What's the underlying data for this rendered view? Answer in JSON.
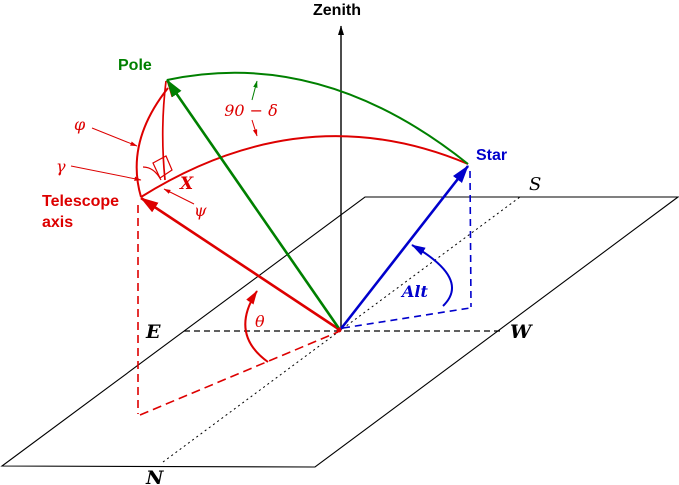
{
  "diagram": {
    "description": "Telescope pointing geometry: zenith, celestial pole, star and telescope axis vectors above the horizon plane",
    "labels": {
      "zenith": "Zenith",
      "pole": "Pole",
      "star": "Star",
      "telescope_line1": "Telescope",
      "telescope_line2": "axis",
      "pole_star_arc": "90 − δ",
      "phi": "φ",
      "gamma": "γ",
      "psi": "ψ",
      "theta": "θ",
      "x_point": "X",
      "alt": "Alt",
      "north": "N",
      "south": "S",
      "east": "E",
      "west": "W"
    }
  },
  "colors": {
    "black": "#000000",
    "red": "#dd0000",
    "green": "#008000",
    "blue": "#0000cc",
    "background": "#ffffff"
  }
}
